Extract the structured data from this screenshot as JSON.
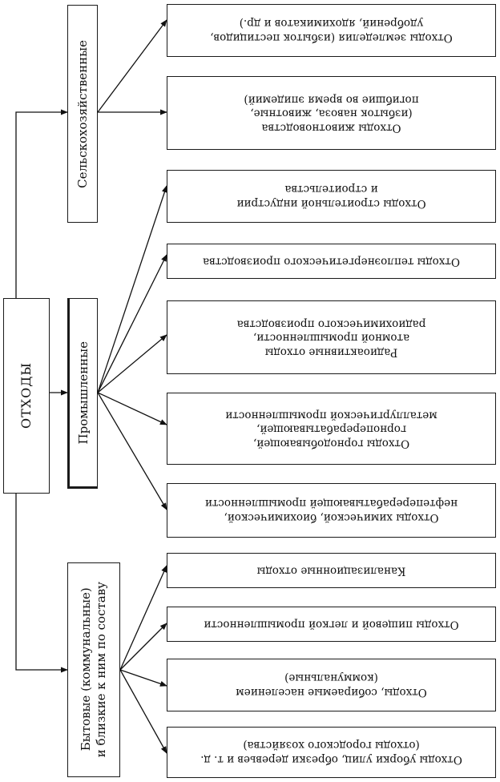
{
  "root": {
    "label": "ОТХОДЫ"
  },
  "categories": [
    {
      "id": "agri",
      "label": "Сельскохозяйственные"
    },
    {
      "id": "industrial",
      "label": "Промышленные"
    },
    {
      "id": "household",
      "label": "Бытовые (коммунальные)\nи близкие к ним по составу"
    }
  ],
  "leaves": [
    {
      "category": "agri",
      "label": "Отходы земледелия (избыток пестицидов,\nудобрений, ядохимикатов и др.)"
    },
    {
      "category": "agri",
      "label": "Отходы животноводства\n(избыток навоза, животные,\nпогибшие во время эпидемий)"
    },
    {
      "category": "industrial",
      "label": "Отходы строительной индустрии\nи строительства"
    },
    {
      "category": "industrial",
      "label": "Отходы теплоэнергетического производства"
    },
    {
      "category": "industrial",
      "label": "Радиоактивные отходы\nатомной промышленности,\nрадиохимического производства"
    },
    {
      "category": "industrial",
      "label": "Отходы горнодобывающей,\nгорноперерабатывающей,\nметаллургической промышленности"
    },
    {
      "category": "industrial",
      "label": "Отходы химической, биохимической,\nнефтеперерабатывающей промышленности"
    },
    {
      "category": "household",
      "label": "Канализационные отходы"
    },
    {
      "category": "household",
      "label": "Отходы пищевой и легкой промышленности"
    },
    {
      "category": "household",
      "label": "Отходы, собираемые населением\n(коммунальные)"
    },
    {
      "category": "household",
      "label": "Отходы уборки улиц, обрезки деревьев и т. д.\n(отходы городского хозяйства)"
    }
  ]
}
